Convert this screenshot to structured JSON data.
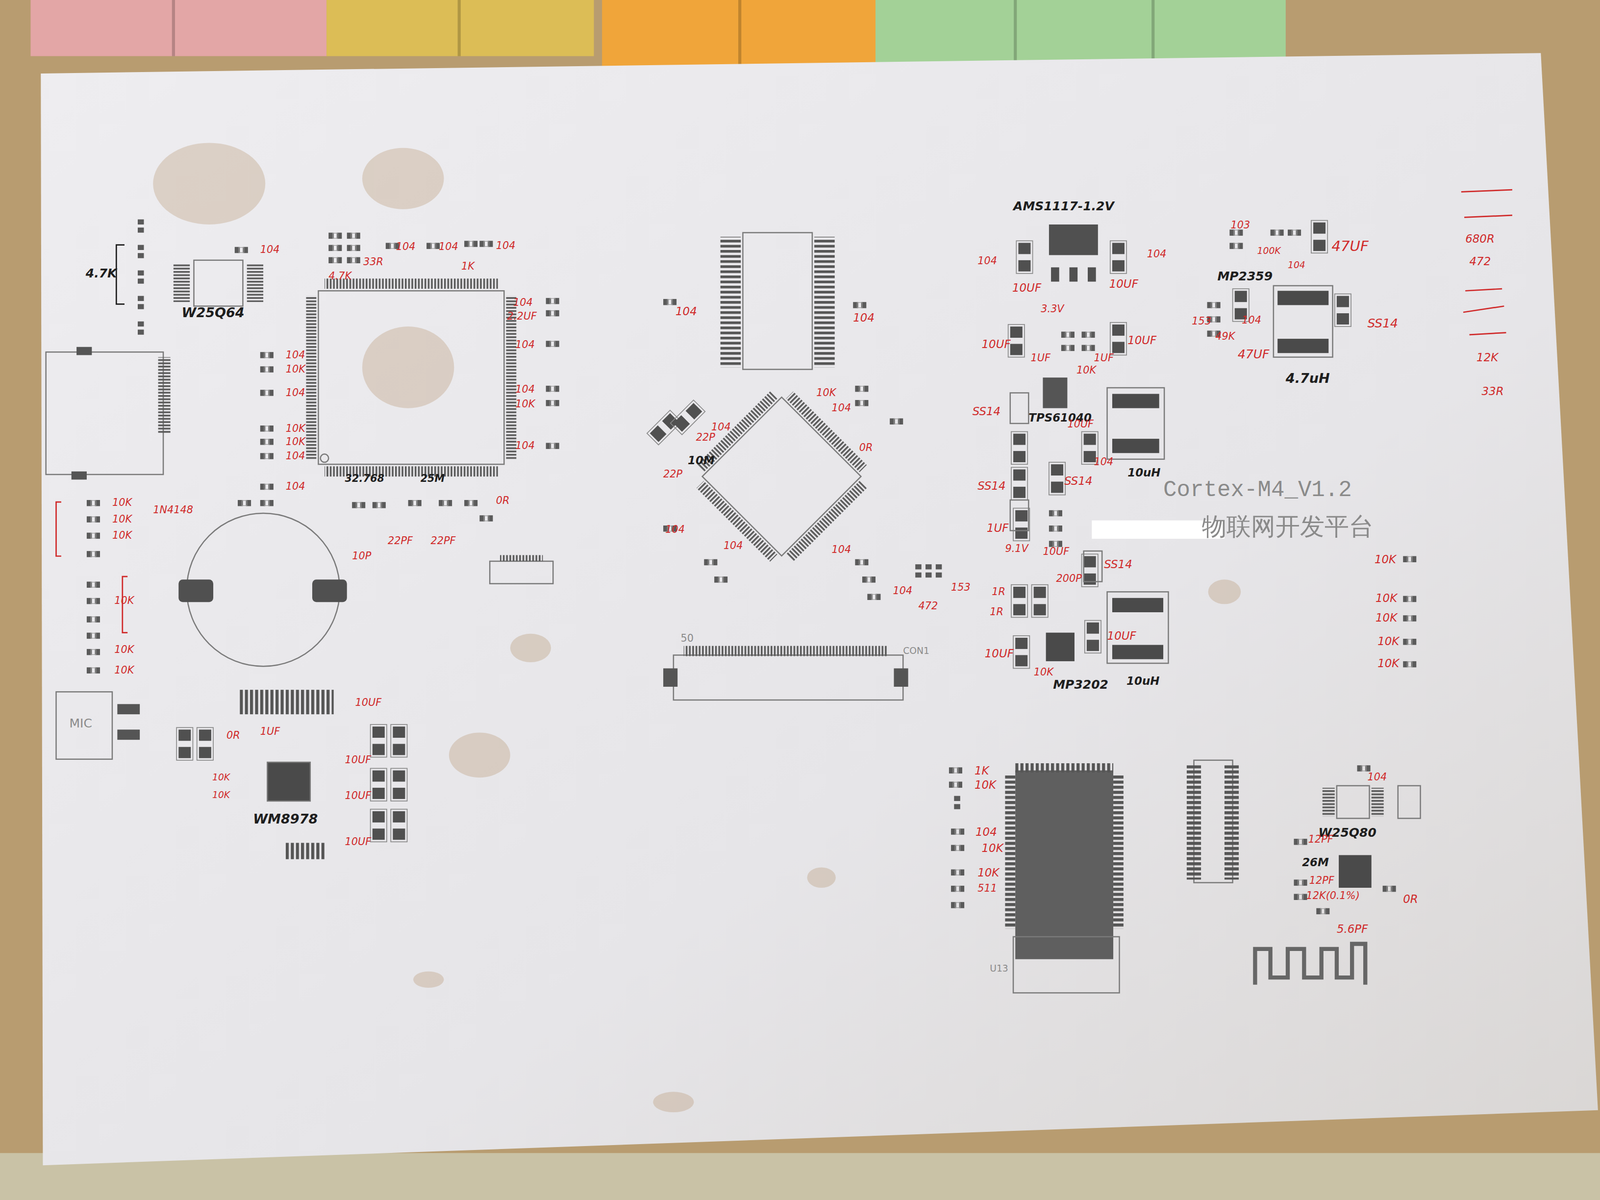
{
  "diagram": {
    "labels": [
      "104",
      "W25Q64",
      "4.7K",
      "104",
      "104",
      "104",
      "33R",
      "4.7K",
      "1K",
      "104",
      "2.2UF",
      "104",
      "104",
      "10K",
      "104",
      "104",
      "10K",
      "104",
      "10K",
      "10K",
      "104",
      "104",
      "1N4148",
      "32.768",
      "25M",
      "10P",
      "22PF",
      "22PF",
      "0R",
      "10K",
      "10K",
      "10K",
      "10K",
      "10K",
      "10K",
      "MIC",
      "WM8978",
      "10UF",
      "1UF",
      "0R",
      "10UF",
      "10UF",
      "10UF",
      "10K",
      "10K",
      "104",
      "104",
      "10K",
      "104",
      "0R",
      "10M",
      "22P",
      "22P",
      "104",
      "104",
      "104",
      "104",
      "104",
      "472",
      "153",
      "50",
      "CON1",
      "Cortex-M4_V1.2",
      "物联网开发平台",
      "AMS1117-1.2V",
      "104",
      "10UF",
      "10UF",
      "104",
      "10UF",
      "3.3V",
      "1UF",
      "10K",
      "1UF",
      "10UF",
      "SS14",
      "TPS61040",
      "10UF",
      "104",
      "10uH",
      "SS14",
      "SS14",
      "1UF",
      "9.1V",
      "10UF",
      "200P",
      "SS14",
      "1R",
      "1R",
      "10UF",
      "10UF",
      "10K",
      "MP3202",
      "10uH",
      "MP2359",
      "103",
      "100K",
      "104",
      "47UF",
      "153",
      "104",
      "49K",
      "47UF",
      "SS14",
      "4.7uH",
      "680R",
      "472",
      "12K",
      "33R",
      "10K",
      "10K",
      "10K",
      "10K",
      "10K",
      "1K",
      "10K",
      "104",
      "10K",
      "10K",
      "511",
      "U13",
      "W25Q80",
      "104",
      "12PF",
      "26M",
      "12PF",
      "12K(0.1%)",
      "5.6PF",
      "0R"
    ]
  }
}
